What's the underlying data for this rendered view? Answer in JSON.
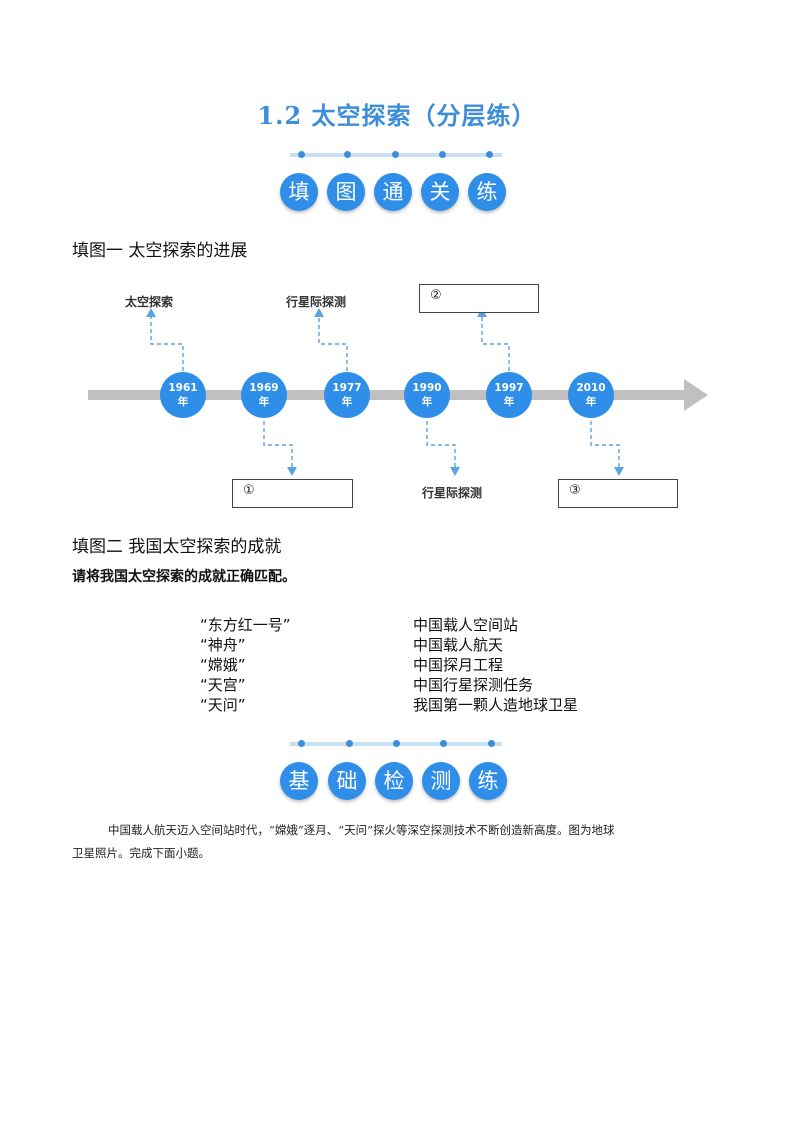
{
  "title": "1.2 太空探索（分层练）",
  "banner1": [
    "填",
    "图",
    "通",
    "关",
    "练"
  ],
  "section1": {
    "heading": "填图一  太空探索的进展",
    "years": [
      {
        "y": "1961",
        "unit": "年"
      },
      {
        "y": "1969",
        "unit": "年"
      },
      {
        "y": "1977",
        "unit": "年"
      },
      {
        "y": "1990",
        "unit": "年"
      },
      {
        "y": "1997",
        "unit": "年"
      },
      {
        "y": "2010",
        "unit": "年"
      }
    ],
    "label_1961": "太空探索",
    "label_1977": "行星际探测",
    "label_1990": "行星际探测",
    "box1": "①",
    "box2": "②",
    "box3": "③"
  },
  "section2": {
    "heading": "填图二  我国太空探索的成就",
    "instruction": "请将我国太空探索的成就正确匹配。",
    "left": [
      "“东方红一号”",
      "“神舟”",
      "“嫦娥”",
      "“天宫”",
      "“天问”"
    ],
    "right": [
      "中国载人空间站",
      "中国载人航天",
      "中国探月工程",
      "中国行星探测任务",
      "我国第一颗人造地球卫星"
    ]
  },
  "banner2": [
    "基",
    "础",
    "检",
    "测",
    "练"
  ],
  "paragraph": {
    "line1": "中国载人航天迈入空间站时代，“嫦娥”逐月、“天问”探火等深空探测技术不断创造新高度。图为地球",
    "line2": "卫星照片。完成下面小题。"
  },
  "colors": {
    "accent": "#3d8ed9",
    "circle": "#2f8fe8",
    "arrow": "#c0c0c0",
    "dashed": "#5aa3e0"
  }
}
